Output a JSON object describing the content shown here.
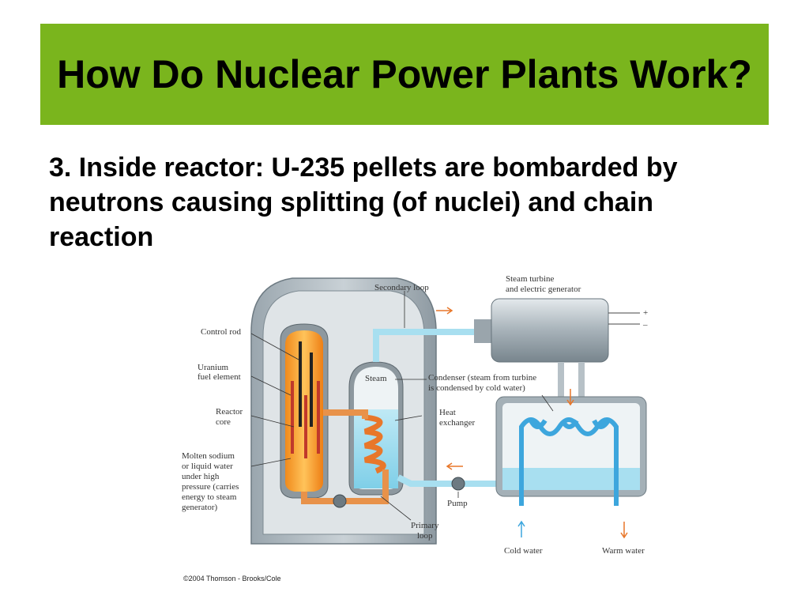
{
  "slide": {
    "title": "How Do Nuclear Power Plants Work?",
    "body": "3. Inside reactor: U-235 pellets are bombarded by neutrons causing splitting (of nuclei) and chain reaction"
  },
  "diagram": {
    "labels": {
      "secondary_loop": "Secondary loop",
      "steam_turbine_1": "Steam turbine",
      "steam_turbine_2": "and electric generator",
      "control_rod": "Control rod",
      "uranium_1": "Uranium",
      "uranium_2": "fuel element",
      "reactor_core_1": "Reactor",
      "reactor_core_2": "core",
      "steam": "Steam",
      "condenser_1": "Condenser (steam from turbine",
      "condenser_2": "is condensed by cold water)",
      "heat_exchanger_1": "Heat",
      "heat_exchanger_2": "exchanger",
      "molten_1": "Molten sodium",
      "molten_2": "or liquid water",
      "molten_3": "under high",
      "molten_4": "pressure (carries",
      "molten_5": "energy to steam",
      "molten_6": "generator)",
      "pump": "Pump",
      "primary_loop_1": "Primary",
      "primary_loop_2": "loop",
      "cold_water": "Cold water",
      "warm_water": "Warm water",
      "plus": "+",
      "minus": "–"
    },
    "copyright": "©2004 Thomson - Brooks/Cole"
  }
}
